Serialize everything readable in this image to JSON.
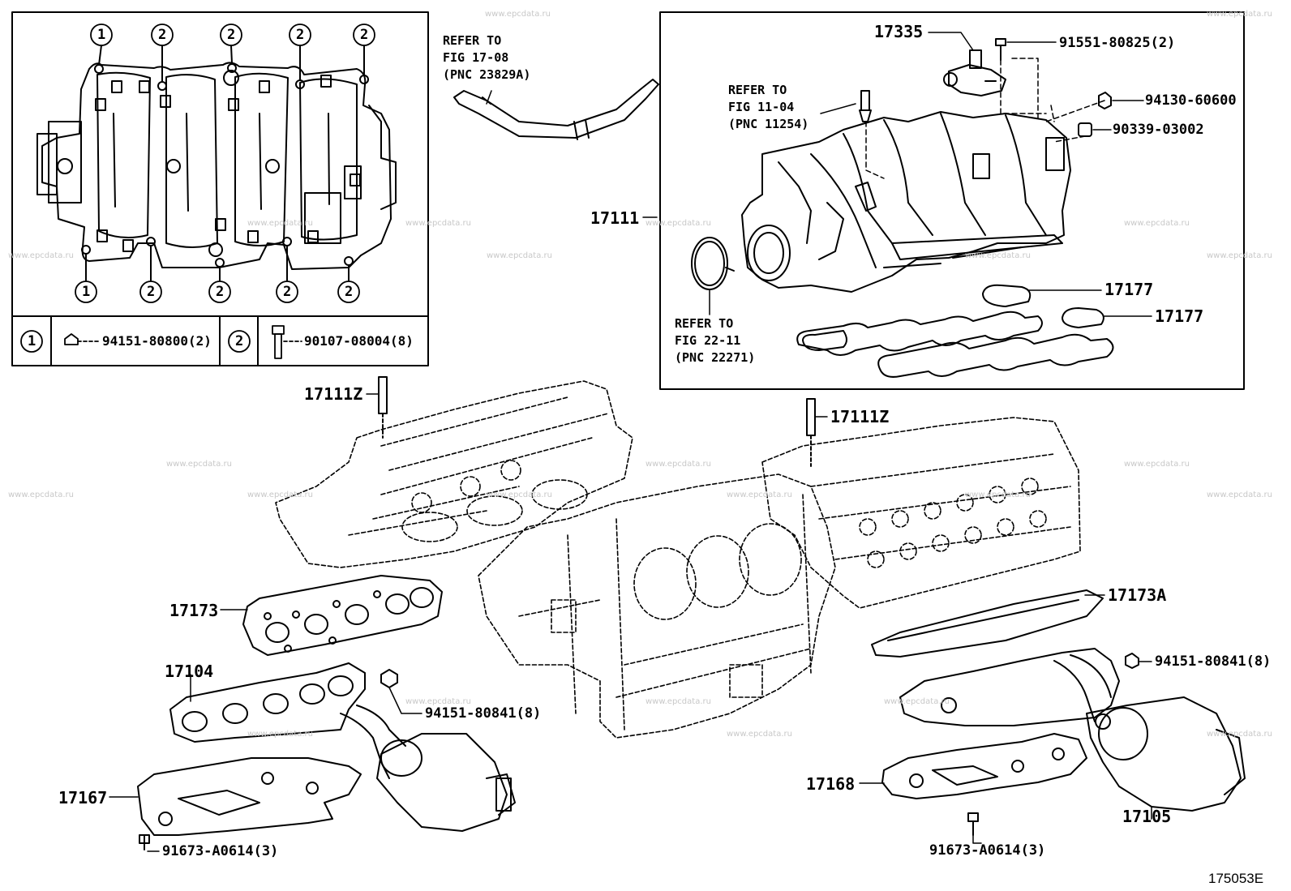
{
  "diagram": {
    "figure_code": "175053E",
    "watermark": "www.epcdata.ru",
    "legend": {
      "key1_number": "1",
      "key1_part": "94151-80800(2)",
      "key2_number": "2",
      "key2_part": "90107-08004(8)"
    },
    "callouts_top_row": [
      "1",
      "2",
      "2",
      "2",
      "2"
    ],
    "callouts_bottom_row": [
      "1",
      "2",
      "2",
      "2",
      "2"
    ],
    "refer_hose": "REFER TO\nFIG 17-08\n(PNC 23829A)",
    "refer_sensor": "REFER TO\nFIG 11-04\n(PNC 11254)",
    "refer_gasket": "REFER TO\nFIG 22-11\n(PNC 22271)",
    "parts": {
      "p17335": "17335",
      "p91551": "91551-80825(2)",
      "p94130": "94130-60600",
      "p90339": "90339-03002",
      "p17111": "17111",
      "p17177a": "17177",
      "p17177b": "17177",
      "p17111z_left": "17111Z",
      "p17111z_right": "17111Z",
      "p17173": "17173",
      "p17173a": "17173A",
      "p17104": "17104",
      "p94151_left": "94151-80841(8)",
      "p94151_right": "94151-80841(8)",
      "p17167": "17167",
      "p91673_left": "91673-A0614(3)",
      "p17168": "17168",
      "p91673_right": "91673-A0614(3)",
      "p17105": "17105"
    }
  }
}
